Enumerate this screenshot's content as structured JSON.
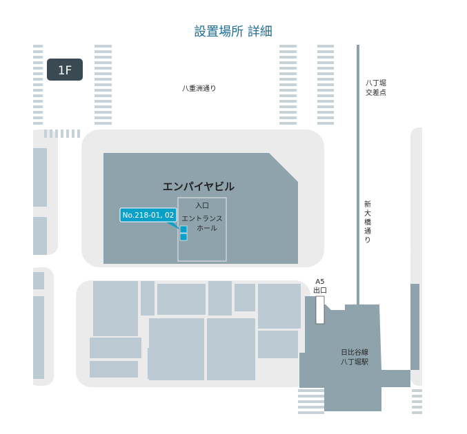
{
  "title": "設置場所 詳細",
  "floor": "1F",
  "streets": {
    "top": "八重洲通り",
    "right_line1": "新",
    "right_line2": "大",
    "right_line3": "橋",
    "right_line4": "通",
    "right_line5": "り"
  },
  "intersection": {
    "line1": "八丁堀",
    "line2": "交差点"
  },
  "building": {
    "name": "エンパイヤビル",
    "entrance": "入口",
    "hall_line1": "エントランス",
    "hall_line2": "ホール"
  },
  "marker": {
    "label": "No.218-01, 02"
  },
  "exit": {
    "line1": "A5",
    "line2": "出口"
  },
  "station": {
    "line1": "日比谷線",
    "line2": "八丁堀駅"
  },
  "colors": {
    "title": "#1f6e96",
    "building": "#8fa3ad",
    "block": "#bccbd3",
    "sidewalk": "#ebebeb",
    "marker": "#0aa0c8",
    "badge": "#3a4a52"
  }
}
